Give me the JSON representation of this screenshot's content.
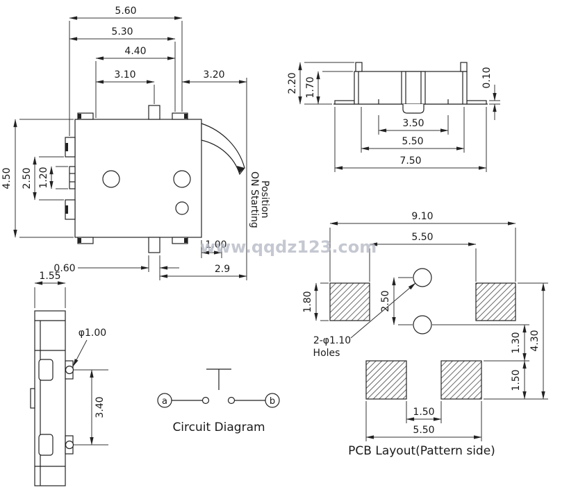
{
  "watermark": "www.qqdz123.com",
  "top_view": {
    "dim_560": "5.60",
    "dim_530": "5.30",
    "dim_440": "4.40",
    "dim_310": "3.10",
    "dim_320": "3.20",
    "dim_450": "4.50",
    "dim_250": "2.50",
    "dim_120": "1.20",
    "dim_100": "1.00",
    "dim_060": "0.60",
    "dim_29": "2.9",
    "note1": "ON Starting",
    "note2": "Position"
  },
  "front_view": {
    "dim_220": "2.20",
    "dim_170": "1.70",
    "dim_010": "0.10",
    "dim_350": "3.50",
    "dim_550": "5.50",
    "dim_750": "7.50"
  },
  "side_view": {
    "dim_155": "1.55",
    "dim_d100": "φ1.00",
    "dim_340": "3.40"
  },
  "circuit": {
    "terminal_a": "a",
    "terminal_b": "b",
    "caption": "Circuit  Diagram"
  },
  "pcb": {
    "dim_910": "9.10",
    "dim_550_top": "5.50",
    "dim_180": "1.80",
    "dim_250": "2.50",
    "dim_130": "1.30",
    "dim_430": "4.30",
    "dim_150_right": "1.50",
    "dim_150_bottom": "1.50",
    "dim_550_bottom": "5.50",
    "note1": "2-φ1.10",
    "note2": "Holes",
    "caption": "PCB  Layout(Pattern  side)"
  }
}
